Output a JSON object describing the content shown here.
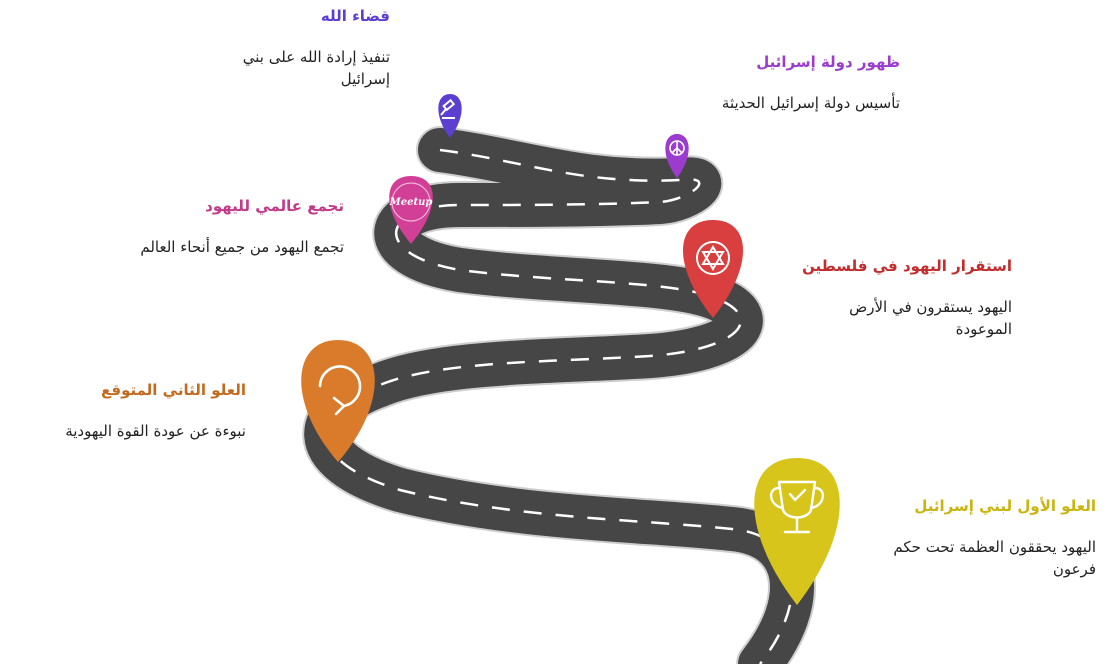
{
  "milestones": [
    {
      "title": "قضاء الله",
      "desc": "تنفيذ إرادة الله على بني إسرائيل",
      "color": "#5b3fd0",
      "icon": "gavel-icon"
    },
    {
      "title": "ظهور دولة إسرائيل",
      "desc": "تأسيس دولة إسرائيل الحديثة",
      "color": "#9b3ccf",
      "icon": "peace-flag-icon"
    },
    {
      "title": "تجمع عالمي لليهود",
      "desc": "تجمع اليهود من جميع أنحاء العالم",
      "color": "#d23f96",
      "icon": "meetup-icon"
    },
    {
      "title": "استقرار اليهود في فلسطين",
      "desc": "اليهود يستقرون في الأرض الموعودة",
      "color": "#d93f3f",
      "icon": "star-of-david-icon"
    },
    {
      "title": "العلو الثاني المتوقع",
      "desc": "نبوءة عن عودة القوة اليهودية",
      "color": "#d97b2a",
      "icon": "rotate-arrow-icon"
    },
    {
      "title": "العلو الأول لبني إسرائيل",
      "desc": "اليهود يحققون العظمة تحت حكم فرعون",
      "color": "#d8c51c",
      "icon": "trophy-icon"
    }
  ],
  "meetup_text": "Meetup"
}
